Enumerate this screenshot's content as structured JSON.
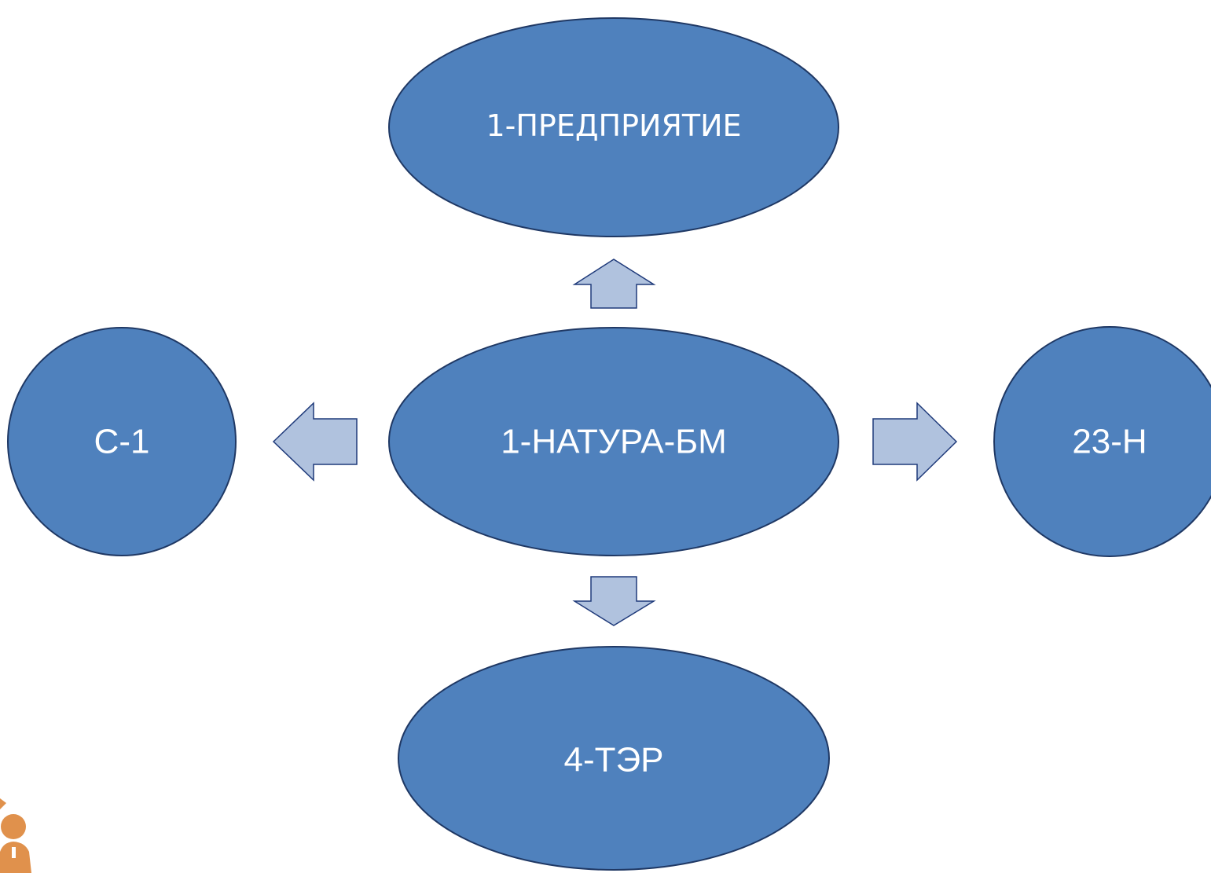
{
  "colors": {
    "node_fill": "#4f81bd",
    "node_stroke": "#1f3864",
    "node_text": "#ffffff",
    "arrow_fill": "#b0c2de",
    "arrow_stroke": "#1f3a7a",
    "logo_color": "#e0914c"
  },
  "nodes": {
    "center": {
      "label": "1-НАТУРА-БМ"
    },
    "top": {
      "label": "1-ПРЕДПРИЯТИЕ"
    },
    "left": {
      "label": "С-1"
    },
    "right": {
      "label": "23-Н"
    },
    "bottom": {
      "label": "4-ТЭР"
    }
  },
  "arrows": [
    {
      "from": "center",
      "to": "top",
      "direction": "up"
    },
    {
      "from": "center",
      "to": "left",
      "direction": "left"
    },
    {
      "from": "center",
      "to": "right",
      "direction": "right"
    },
    {
      "from": "center",
      "to": "bottom",
      "direction": "down"
    }
  ],
  "logo": {
    "icon": "person-with-tie-icon"
  }
}
